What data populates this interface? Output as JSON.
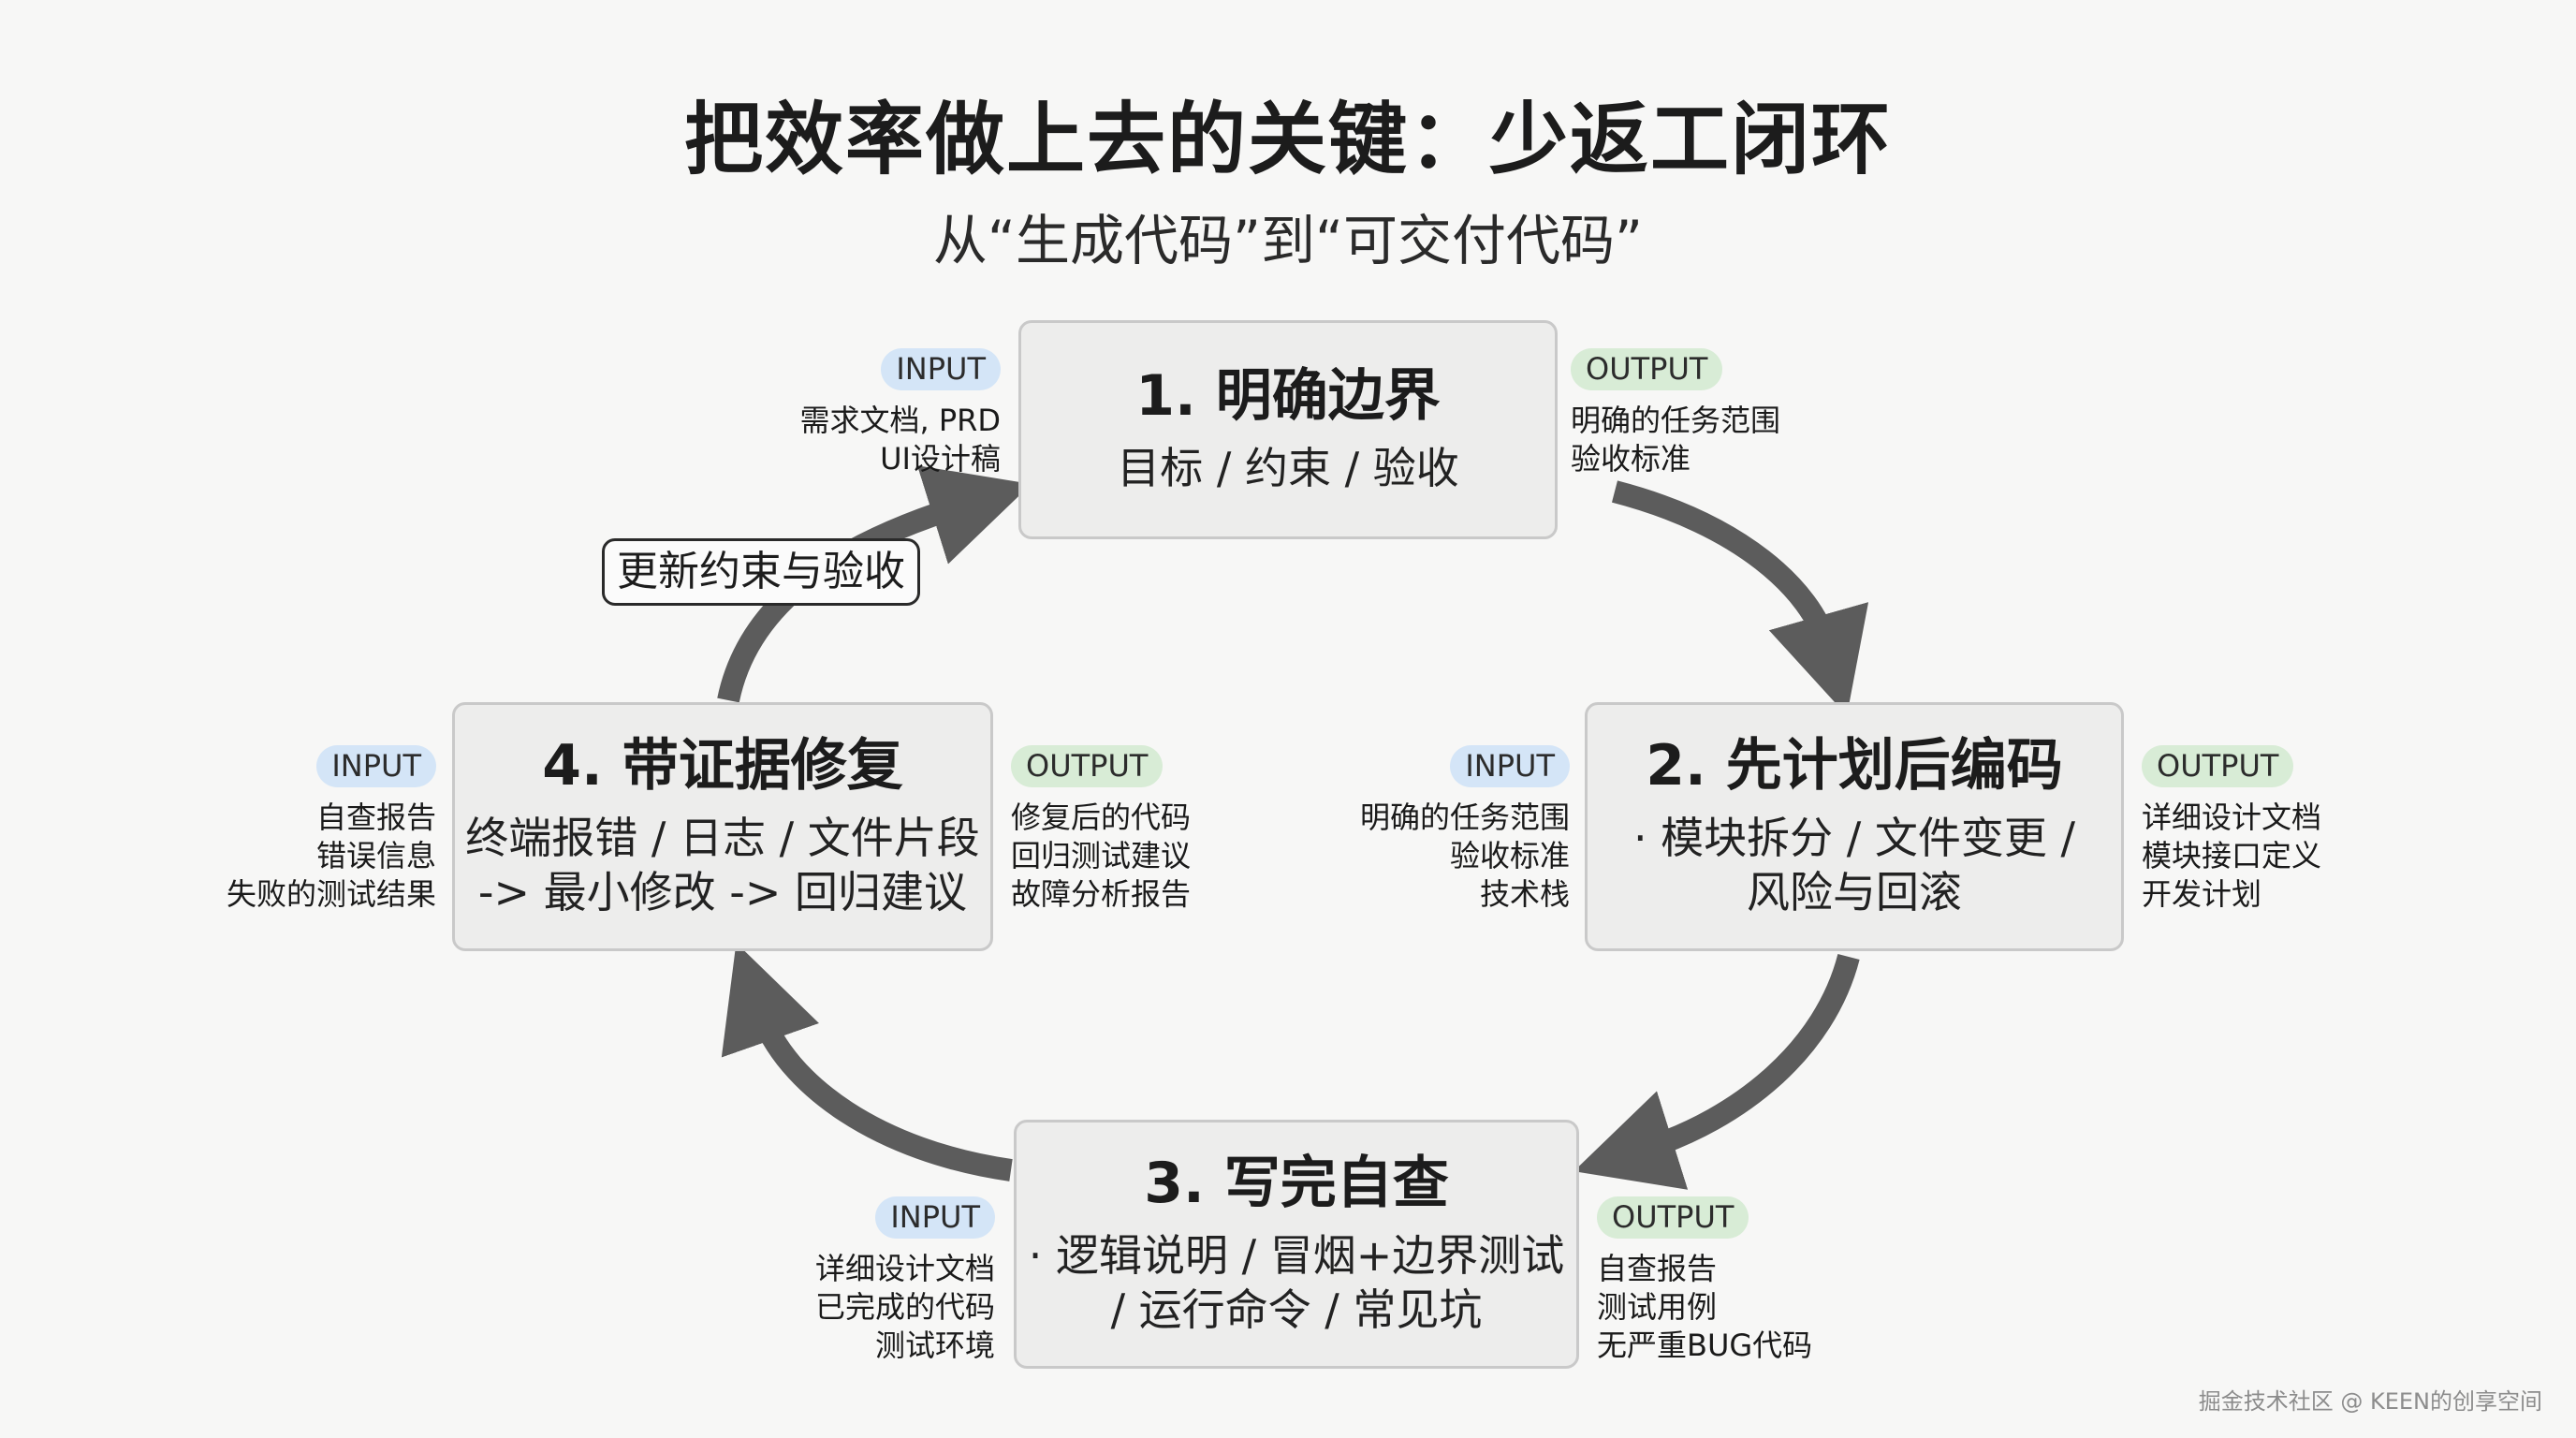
{
  "title": "把效率做上去的关键：少返工闭环",
  "subtitle": "从“生成代码”到“可交付代码”",
  "colors": {
    "background": "#f7f7f6",
    "box_fill": "#ededec",
    "box_border": "#c9c9c9",
    "arrow": "#5c5c5c",
    "input_badge": "#d4e5f7",
    "output_badge": "#d8ecd6"
  },
  "steps": [
    {
      "title": "1. 明确边界",
      "body": [
        "目标 / 约束 / 验收"
      ],
      "input": {
        "badge": "INPUT",
        "items": [
          "需求文档, PRD",
          "UI设计稿"
        ]
      },
      "output": {
        "badge": "OUTPUT",
        "items": [
          "明确的任务范围",
          "验收标准"
        ]
      }
    },
    {
      "title": "2. 先计划后编码",
      "body": [
        "· 模块拆分 / 文件变更 /",
        "风险与回滚"
      ],
      "input": {
        "badge": "INPUT",
        "items": [
          "明确的任务范围",
          "验收标准",
          "技术栈"
        ]
      },
      "output": {
        "badge": "OUTPUT",
        "items": [
          "详细设计文档",
          "模块接口定义",
          "开发计划"
        ]
      }
    },
    {
      "title": "3. 写完自查",
      "body": [
        "· 逻辑说明 / 冒烟+边界测试",
        "/ 运行命令 / 常见坑"
      ],
      "input": {
        "badge": "INPUT",
        "items": [
          "详细设计文档",
          "已完成的代码",
          "测试环境"
        ]
      },
      "output": {
        "badge": "OUTPUT",
        "items": [
          "自查报告",
          "测试用例",
          "无严重BUG代码"
        ]
      }
    },
    {
      "title": "4. 带证据修复",
      "body": [
        "终端报错 / 日志 / 文件片段",
        "-> 最小修改 -> 回归建议"
      ],
      "input": {
        "badge": "INPUT",
        "items": [
          "自查报告",
          "错误信息",
          "失败的测试结果"
        ]
      },
      "output": {
        "badge": "OUTPUT",
        "items": [
          "修复后的代码",
          "回归测试建议",
          "故障分析报告"
        ]
      }
    }
  ],
  "loop_label": "更新约束与验收",
  "watermark": "掘金技术社区 @ KEEN的创享空间"
}
